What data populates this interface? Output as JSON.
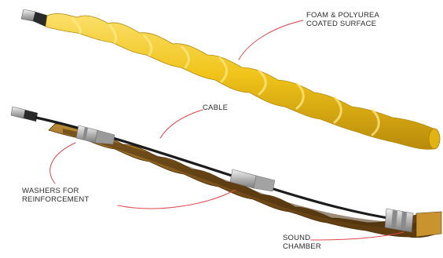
{
  "labels": {
    "coated_surface": {
      "line1": "FOAM & POLYUREA",
      "line2": "COATED SURFACE"
    },
    "cable": "CABLE",
    "washers": {
      "line1": "WASHERS FOR",
      "line2": "REINFORCEMENT"
    },
    "sound_chamber": {
      "line1": "SOUND",
      "line2": "CHAMBER"
    }
  },
  "colors": {
    "foam_yellow": "#f0c419",
    "foam_shadow": "#c99a0e",
    "cutaway_brown": "#8a5f1c",
    "cable_black": "#1c1c1c",
    "washer_silver": "#c8c8c8",
    "leader_red": "#e0474c"
  }
}
